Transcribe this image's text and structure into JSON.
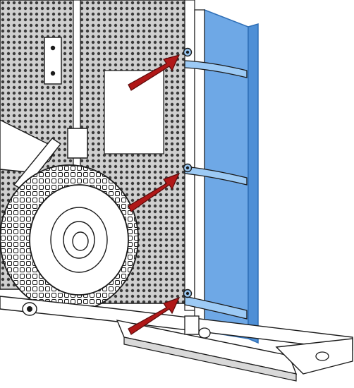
{
  "figure": {
    "subject": "perforated-cabinet-side-with-wheel-and-highlighted-panel",
    "colors": {
      "background": "#ffffff",
      "line": "#1a1a1a",
      "panel_fill": "#b9b9b9",
      "hole": "#3a3a3a",
      "highlight": "#6ea8e6",
      "highlight_edge": "#2f6fb6",
      "arrow": "#b01818",
      "arrow_edge": "#5a0a0a",
      "tyre": "#ffffff"
    },
    "callouts": [
      {
        "id": "top-screw",
        "points_to": "upper-fastener"
      },
      {
        "id": "middle-screw",
        "points_to": "middle-fastener"
      },
      {
        "id": "bottom-screw",
        "points_to": "lower-fastener"
      }
    ],
    "icons": {
      "arrow": "red-callout-arrow-icon",
      "screw": "screw-icon"
    }
  }
}
